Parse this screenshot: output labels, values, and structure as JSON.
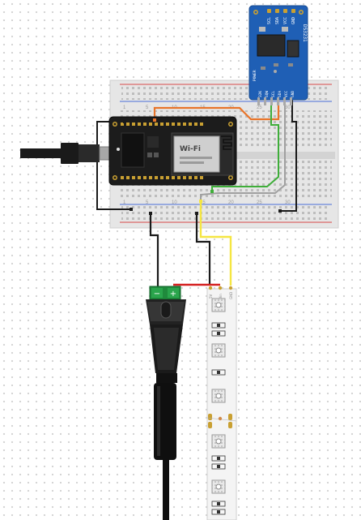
{
  "rtc": {
    "top_pins": [
      "SCL",
      "SDA",
      "VCC",
      "GND"
    ],
    "side_label": "DS3231",
    "bottom_pins": [
      "32K",
      "SQW",
      "SCL",
      "SDA",
      "VCC",
      "GND"
    ],
    "power_label": "POWER"
  },
  "mcu": {
    "module_logo": "Wi-Fi"
  },
  "breadboard": {
    "col_labels": [
      "1",
      "5",
      "10",
      "15",
      "20",
      "25",
      "30"
    ]
  },
  "jack": {
    "minus": "−",
    "plus": "+"
  },
  "strip": {
    "pads": [
      "5V",
      "Din",
      "GND"
    ]
  },
  "colors": {
    "wire_black": "#1a1a1a",
    "wire_red": "#d42020",
    "wire_orange": "#e8742a",
    "wire_green": "#3fae3a",
    "wire_yellow": "#f5e642",
    "wire_gray": "#a0a0a0",
    "pcb_mcu": "#1c1c1c",
    "pcb_rtc": "#1f5fb5",
    "terminal_green": "#1f8a3c"
  }
}
